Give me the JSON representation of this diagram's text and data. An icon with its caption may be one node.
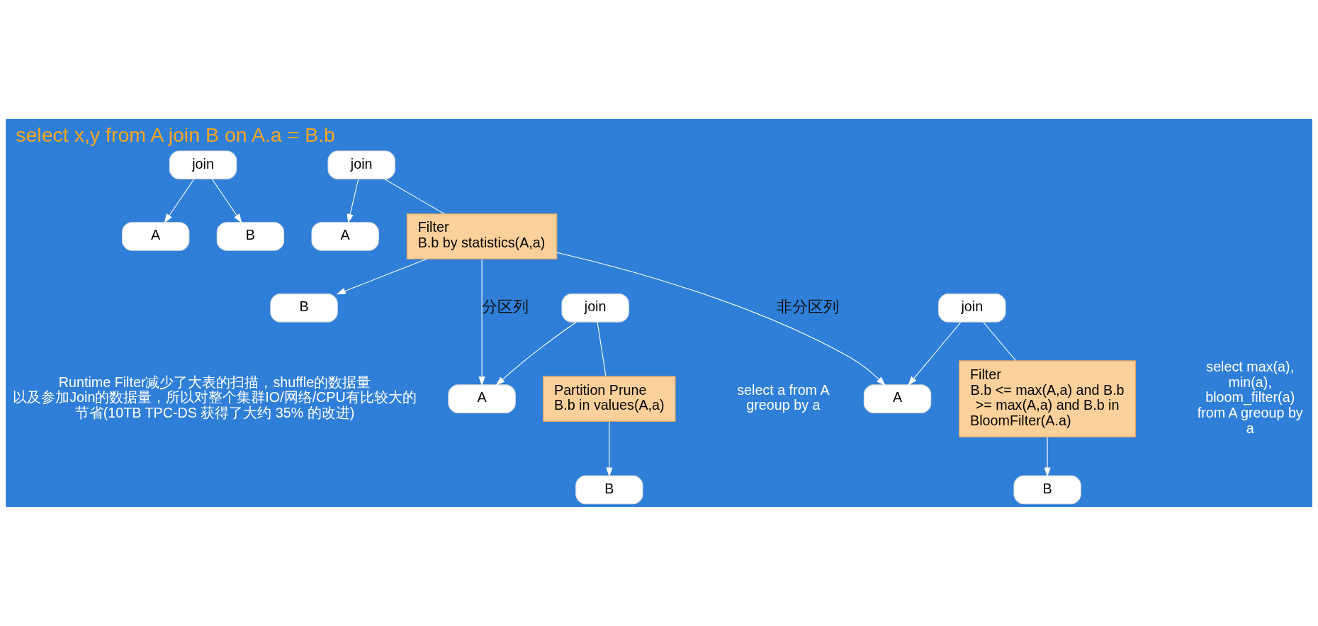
{
  "diagram": {
    "title": "select x,y from A join B on A.a = B.b",
    "nodes": [
      {
        "text": [
          "join"
        ]
      },
      {
        "text": [
          "A"
        ]
      },
      {
        "text": [
          "B"
        ]
      },
      {
        "text": [
          "join"
        ]
      },
      {
        "text": [
          "A"
        ]
      },
      {
        "text": [
          "Filter",
          "B.b by statistics(A,a)"
        ]
      },
      {
        "text": [
          "B"
        ]
      },
      {
        "text": [
          "join"
        ]
      },
      {
        "text": [
          "A"
        ]
      },
      {
        "text": [
          "Partition Prune",
          "B.b in values(A,a)"
        ]
      },
      {
        "text": [
          "B"
        ]
      },
      {
        "text": [
          "join"
        ]
      },
      {
        "text": [
          "A"
        ]
      },
      {
        "text": [
          "Filter",
          "B.b <= max(A,a) and B.b >= max(A,a) and B.b in BloomFilter(A.a)"
        ]
      },
      {
        "text": [
          "B"
        ]
      }
    ],
    "edges": [
      {
        "from": 0,
        "to": 1,
        "arrow": "to"
      },
      {
        "from": 0,
        "to": 2,
        "arrow": "to"
      },
      {
        "from": 3,
        "to": 4,
        "arrow": "to"
      },
      {
        "from": 3,
        "to": 5,
        "arrow": "none"
      },
      {
        "from": 5,
        "to": 6,
        "arrow": "to"
      },
      {
        "from": 5,
        "to": 8,
        "arrow": "to",
        "label": "分区列"
      },
      {
        "from": 5,
        "to": 12,
        "arrow": "to",
        "label": "非分区列"
      },
      {
        "from": 7,
        "to": 8,
        "arrow": "to"
      },
      {
        "from": 7,
        "to": 9,
        "arrow": "none"
      },
      {
        "from": 9,
        "to": 10,
        "arrow": "to"
      },
      {
        "from": 11,
        "to": 12,
        "arrow": "to"
      },
      {
        "from": 11,
        "to": 13,
        "arrow": "none"
      },
      {
        "from": 13,
        "to": 14,
        "arrow": "to"
      }
    ],
    "labels": [
      "select a from A greoup by a",
      "Runtime Filter减少了大表的扫描，shuffle的数据量以及参加Join的数据量，所以对整个集群IO/网络/CPU有比较大的节省(10TB TPC-DS 获得了大约 35% 的改进)",
      "select max(a), min(a), bloom_filter(a) from A greoup by a"
    ]
  }
}
